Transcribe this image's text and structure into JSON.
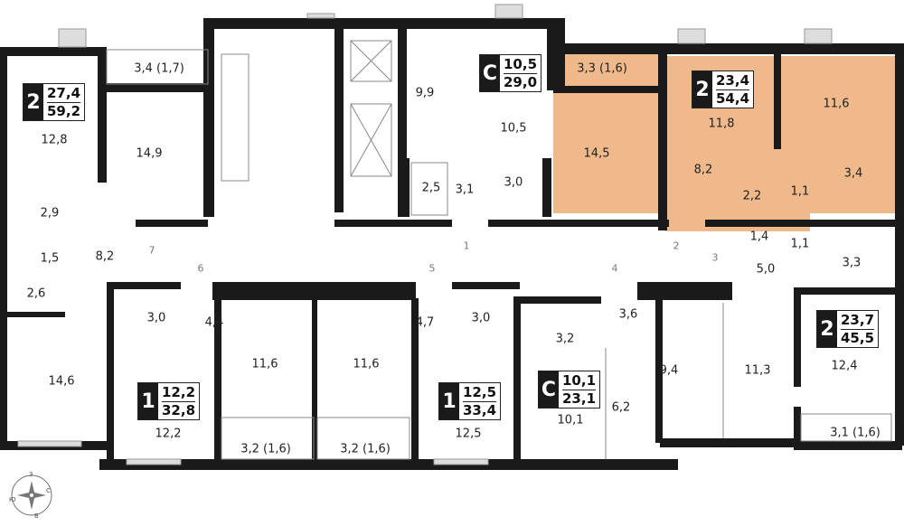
{
  "colors": {
    "highlight": "#EFB98C",
    "wall": "#1a1a1a",
    "line": "#888888"
  },
  "apartments": [
    {
      "rooms": "2",
      "living": "27,4",
      "total": "59,2"
    },
    {
      "rooms": "С",
      "living": "10,5",
      "total": "29,0"
    },
    {
      "rooms": "2",
      "living": "23,4",
      "total": "54,4"
    },
    {
      "rooms": "2",
      "living": "23,7",
      "total": "45,5"
    },
    {
      "rooms": "1",
      "living": "12,2",
      "total": "32,8"
    },
    {
      "rooms": "1",
      "living": "12,5",
      "total": "33,4"
    },
    {
      "rooms": "С",
      "living": "10,1",
      "total": "23,1"
    }
  ],
  "rooms": [
    "12,8",
    "3,4 (1,7)",
    "14,9",
    "9,9",
    "10,5",
    "3,3 (1,6)",
    "14,5",
    "11,8",
    "11,6",
    "8,2",
    "3,4",
    "2,2",
    "1,1",
    "2,5",
    "3,1",
    "3,0",
    "2,9",
    "1,5",
    "8,2",
    "2,6",
    "14,6",
    "1,4",
    "1,1",
    "5,0",
    "3,3",
    "3,0",
    "4,4",
    "11,6",
    "11,6",
    "4,7",
    "3,0",
    "3,6",
    "3,2",
    "6,2",
    "9,4",
    "11,3",
    "12,4",
    "12,2",
    "12,5",
    "10,1",
    "3,2 (1,6)",
    "3,2 (1,6)",
    "3,1 (1,6)"
  ],
  "entrances": [
    "7",
    "6",
    "5",
    "1",
    "4",
    "2",
    "3"
  ],
  "compass": {
    "n": "С",
    "s": "Ю",
    "w": "З",
    "e": "В"
  }
}
